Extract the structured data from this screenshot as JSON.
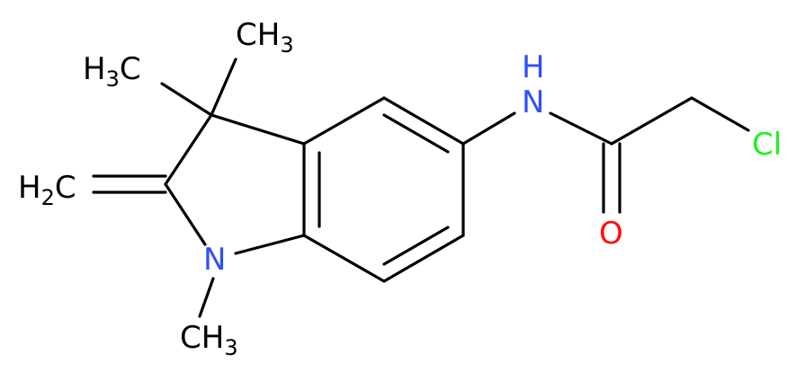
{
  "colors": {
    "bond": "#000000",
    "carbon_label": "#000000",
    "nitrogen": "#3050F8",
    "oxygen": "#FF0D0D",
    "chlorine": "#1FF01F"
  },
  "atoms": {
    "methyl_c3_top": {
      "main": "CH",
      "sub": "3"
    },
    "methyl_c3_left": {
      "main": "H",
      "sub": "3",
      "tail": "C"
    },
    "methylidene": {
      "main": "H",
      "sub": "2",
      "tail": "C"
    },
    "ring_nitrogen": {
      "main": "N"
    },
    "methyl_n": {
      "main": "CH",
      "sub": "3"
    },
    "amide_nitrogen": {
      "main": "N"
    },
    "amide_hydrogen": {
      "main": "H"
    },
    "carbonyl_oxygen": {
      "main": "O"
    },
    "chlorine": {
      "main": "Cl"
    }
  }
}
